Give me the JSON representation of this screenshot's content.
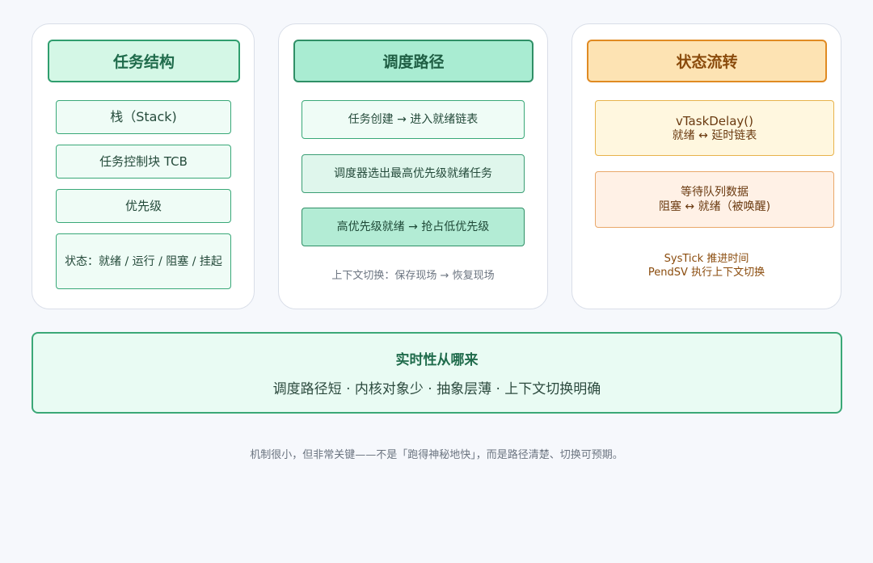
{
  "columns": [
    {
      "title": "任务结构",
      "items": [
        "栈（Stack)",
        "任务控制块 TCB",
        "优先级",
        "状态：就绪 / 运行 / 阻塞 / 挂起"
      ]
    },
    {
      "title": "调度路径",
      "items": [
        "任务创建 → 进入就绪链表",
        "调度器选出最高优先级就绪任务",
        "高优先级就绪 → 抢占低优先级"
      ],
      "note": "上下文切换：保存现场 → 恢复现场"
    },
    {
      "title": "状态流转",
      "items": [
        {
          "line1": "vTaskDelay()",
          "line2": "就绪 ↔ 延时链表"
        },
        {
          "line1": "等待队列数据",
          "line2": "阻塞 ↔ 就绪（被唤醒)"
        }
      ],
      "note_lines": [
        "SysTick 推进时间",
        "PendSV 执行上下文切换"
      ]
    }
  ],
  "summary": {
    "title": "实时性从哪来",
    "points": "调度路径短 · 内核对象少 · 抽象层薄 · 上下文切换明确"
  },
  "caption": "机制很小，但非常关键——不是「跑得神秘地快」，而是路径清楚、切换可预期。",
  "colors": {
    "green_accent": "#2f9e6e",
    "orange_accent": "#e08a22",
    "background": "#f6f8fc"
  }
}
